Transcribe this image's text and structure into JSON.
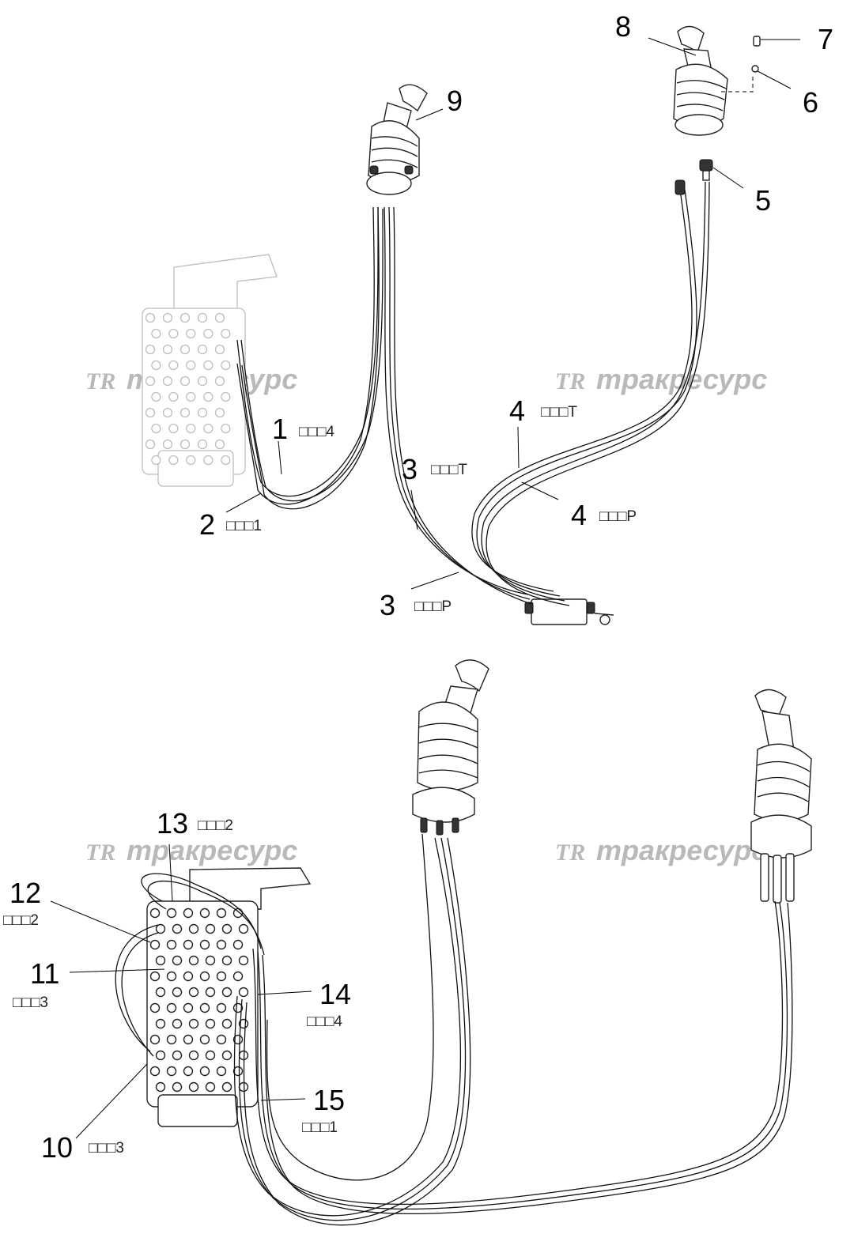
{
  "watermark": {
    "logo": "TR",
    "text": "тракресурс"
  },
  "callouts": [
    {
      "id": "1",
      "sub": "□□□4"
    },
    {
      "id": "2",
      "sub": "□□□1"
    },
    {
      "id": "3",
      "sub": "□□□T"
    },
    {
      "id": "3",
      "sub": "□□□P"
    },
    {
      "id": "4",
      "sub": "□□□T"
    },
    {
      "id": "4",
      "sub": "□□□P"
    },
    {
      "id": "5",
      "sub": ""
    },
    {
      "id": "6",
      "sub": ""
    },
    {
      "id": "7",
      "sub": ""
    },
    {
      "id": "8",
      "sub": ""
    },
    {
      "id": "9",
      "sub": ""
    },
    {
      "id": "10",
      "sub": "□□□3"
    },
    {
      "id": "11",
      "sub": "□□□3"
    },
    {
      "id": "12",
      "sub": "□□□2"
    },
    {
      "id": "13",
      "sub": "□□□2"
    },
    {
      "id": "14",
      "sub": "□□□4"
    },
    {
      "id": "15",
      "sub": "□□□1"
    }
  ],
  "colors": {
    "line": "#111111",
    "watermark": "#b9b9b9",
    "ghost_part": "#bdbdbd"
  }
}
